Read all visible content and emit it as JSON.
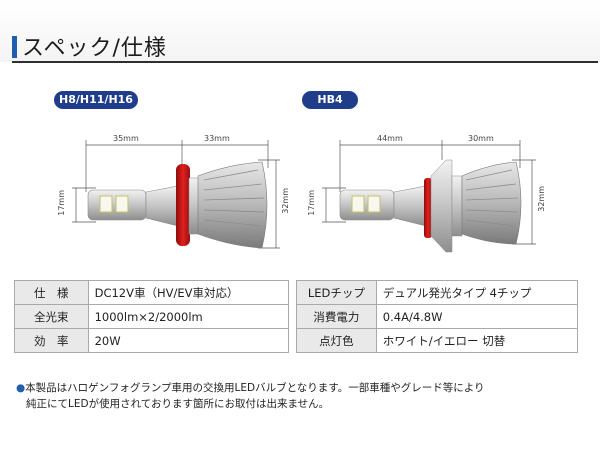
{
  "header": {
    "title": "スペック/仕様"
  },
  "left_product": {
    "tag": "H8/H11/H16",
    "dim_a": "35mm",
    "dim_b": "33mm",
    "dim_height": "17mm",
    "dim_diameter": "32mm"
  },
  "right_product": {
    "tag": "HB4",
    "dim_a": "44mm",
    "dim_b": "30mm",
    "dim_height": "17mm",
    "dim_diameter": "32mm"
  },
  "spec_left": [
    {
      "label": "仕　様",
      "value": "DC12V車（HV/EV車対応）"
    },
    {
      "label": "全光束",
      "value": "1000lm×2/2000lm"
    },
    {
      "label": "効　率",
      "value": "20W"
    }
  ],
  "spec_right": [
    {
      "label": "LEDチップ",
      "value": "デュアル発光タイプ 4チップ"
    },
    {
      "label": "消費電力",
      "value": "0.4A/4.8W"
    },
    {
      "label": "点灯色",
      "value": "ホワイト/イエロー 切替"
    }
  ],
  "notes": {
    "bullet": "●",
    "line1": "本製品はハロゲンフォグランプ車用の交換用LEDバルブとなります。一部車種やグレード等により",
    "line2": "純正にてLEDが使用されております箇所にお取付は出来ません。"
  },
  "colors": {
    "accent": "#1f5fae",
    "pill": "#1f3d8a",
    "rule": "#2f2f2f",
    "label_bg": "#e9e9e9"
  }
}
